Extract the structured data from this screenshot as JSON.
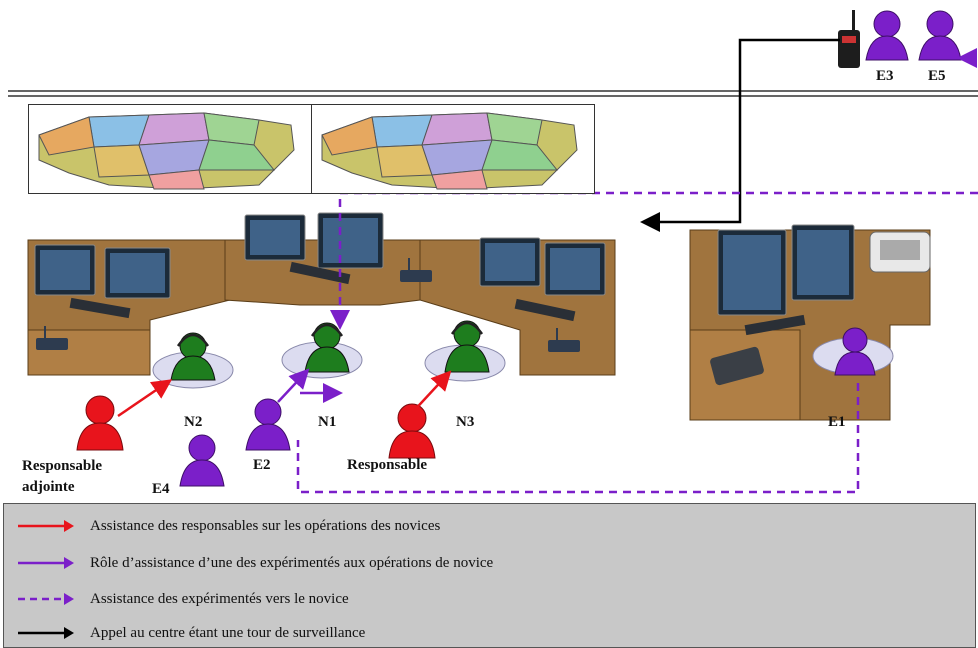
{
  "people": {
    "n1": "N1",
    "n2": "N2",
    "n3": "N3",
    "e1": "E1",
    "e2": "E2",
    "e3": "E3",
    "e4": "E4",
    "e5": "E5",
    "responsable": "Responsable",
    "responsable_adjointe_line1": "Responsable",
    "responsable_adjointe_line2": "adjointe"
  },
  "legend": {
    "items": [
      {
        "text": "Assistance des responsables sur les opérations des novices",
        "color": "#e8141c",
        "style": "solid"
      },
      {
        "text": "Rôle d’assistance d’une des expérimentés aux opérations de novice",
        "color": "#7b1fc9",
        "style": "solid"
      },
      {
        "text": "Assistance  des expérimentés vers le novice",
        "color": "#7b1fc9",
        "style": "dashed"
      },
      {
        "text": "Appel au centre étant une tour de surveillance",
        "color": "#000000",
        "style": "solid"
      }
    ]
  },
  "colors": {
    "novice": "#1e7d1e",
    "experienced": "#7b1fc9",
    "manager": "#e8141c",
    "desk": "#a0743e",
    "legend_bg": "#c8c8c8"
  }
}
